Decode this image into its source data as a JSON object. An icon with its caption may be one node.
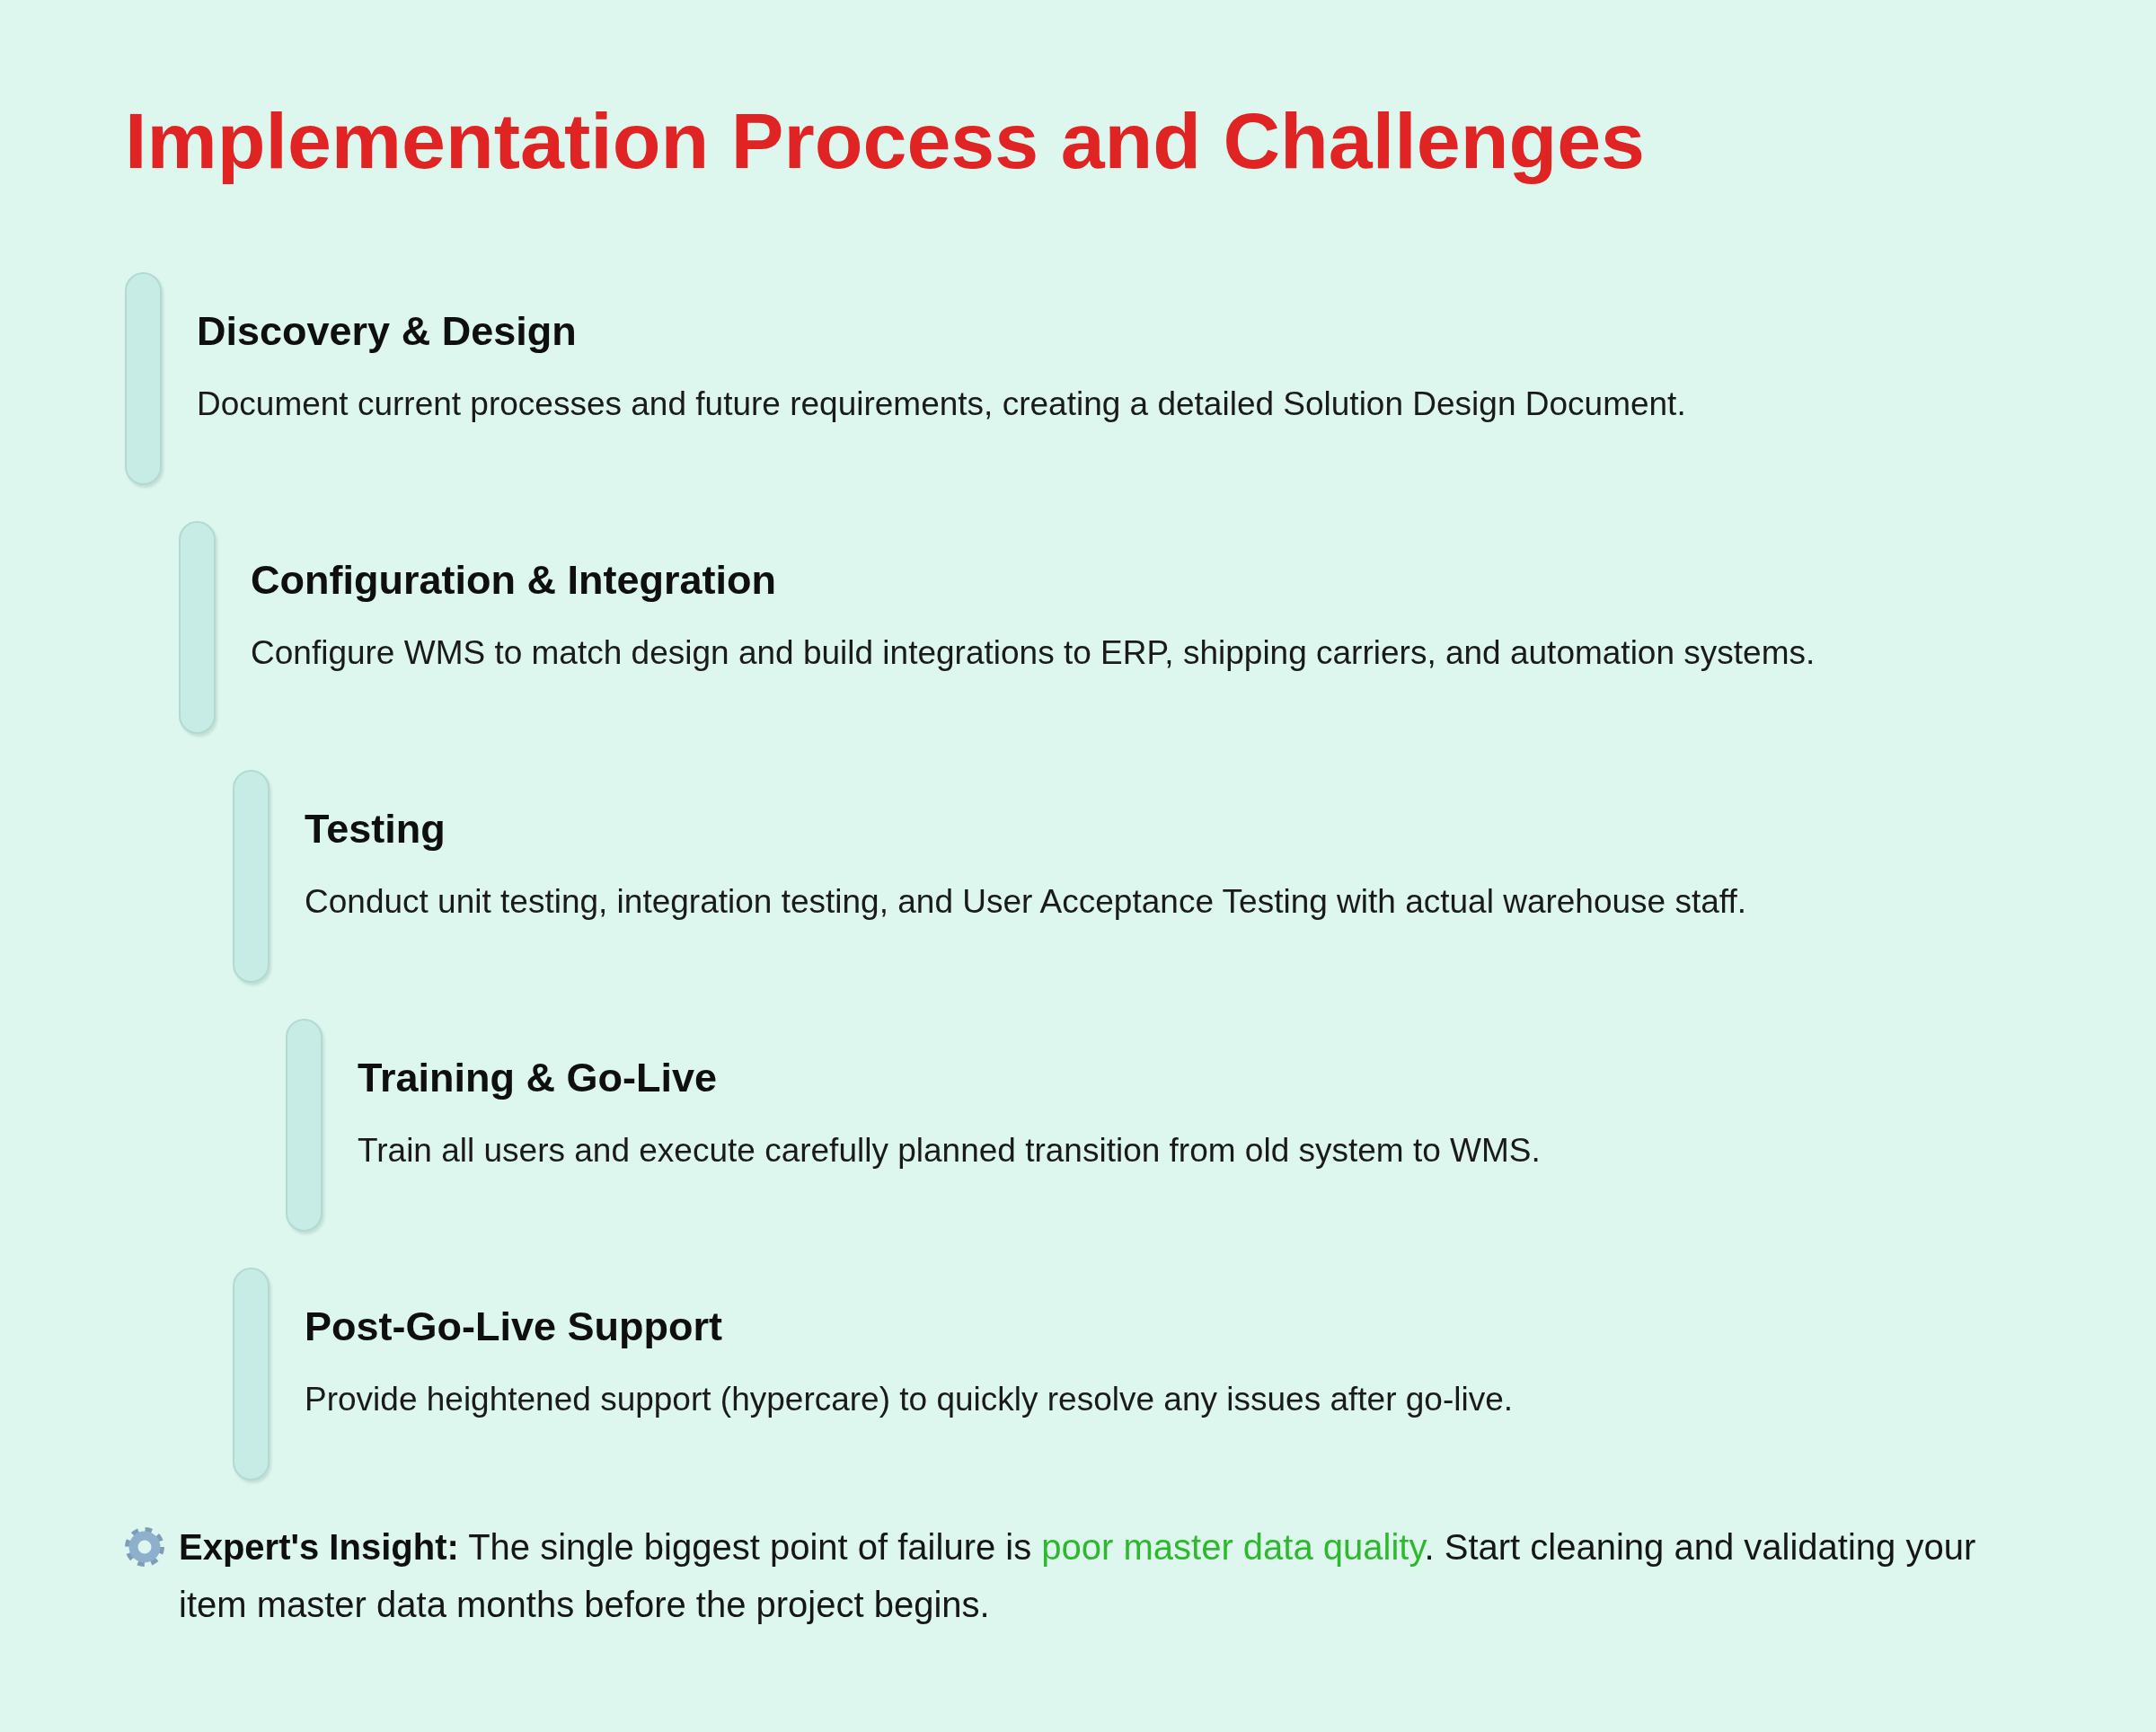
{
  "diagram": {
    "title": "Implementation Process and Challenges",
    "nodes": [
      {
        "text": [
          "Discovery & Design",
          "Document current processes and future requirements, creating a detailed Solution Design Document."
        ]
      },
      {
        "text": [
          "Configuration & Integration",
          "Configure WMS to match design and build integrations to ERP, shipping carriers, and automation systems."
        ]
      },
      {
        "text": [
          "Testing",
          "Conduct unit testing, integration testing, and User Acceptance Testing with actual warehouse staff."
        ]
      },
      {
        "text": [
          "Training & Go-Live",
          "Train all users and execute carefully planned transition from old system to WMS."
        ]
      },
      {
        "text": [
          "Post-Go-Live Support",
          "Provide heightened support (hypercare) to quickly resolve any issues after go-live."
        ]
      }
    ],
    "labels": [
      "**Expert's Insight:** The single biggest point of failure is *poor master data quality*. Start cleaning and validating your item master data months before the project begins."
    ]
  }
}
